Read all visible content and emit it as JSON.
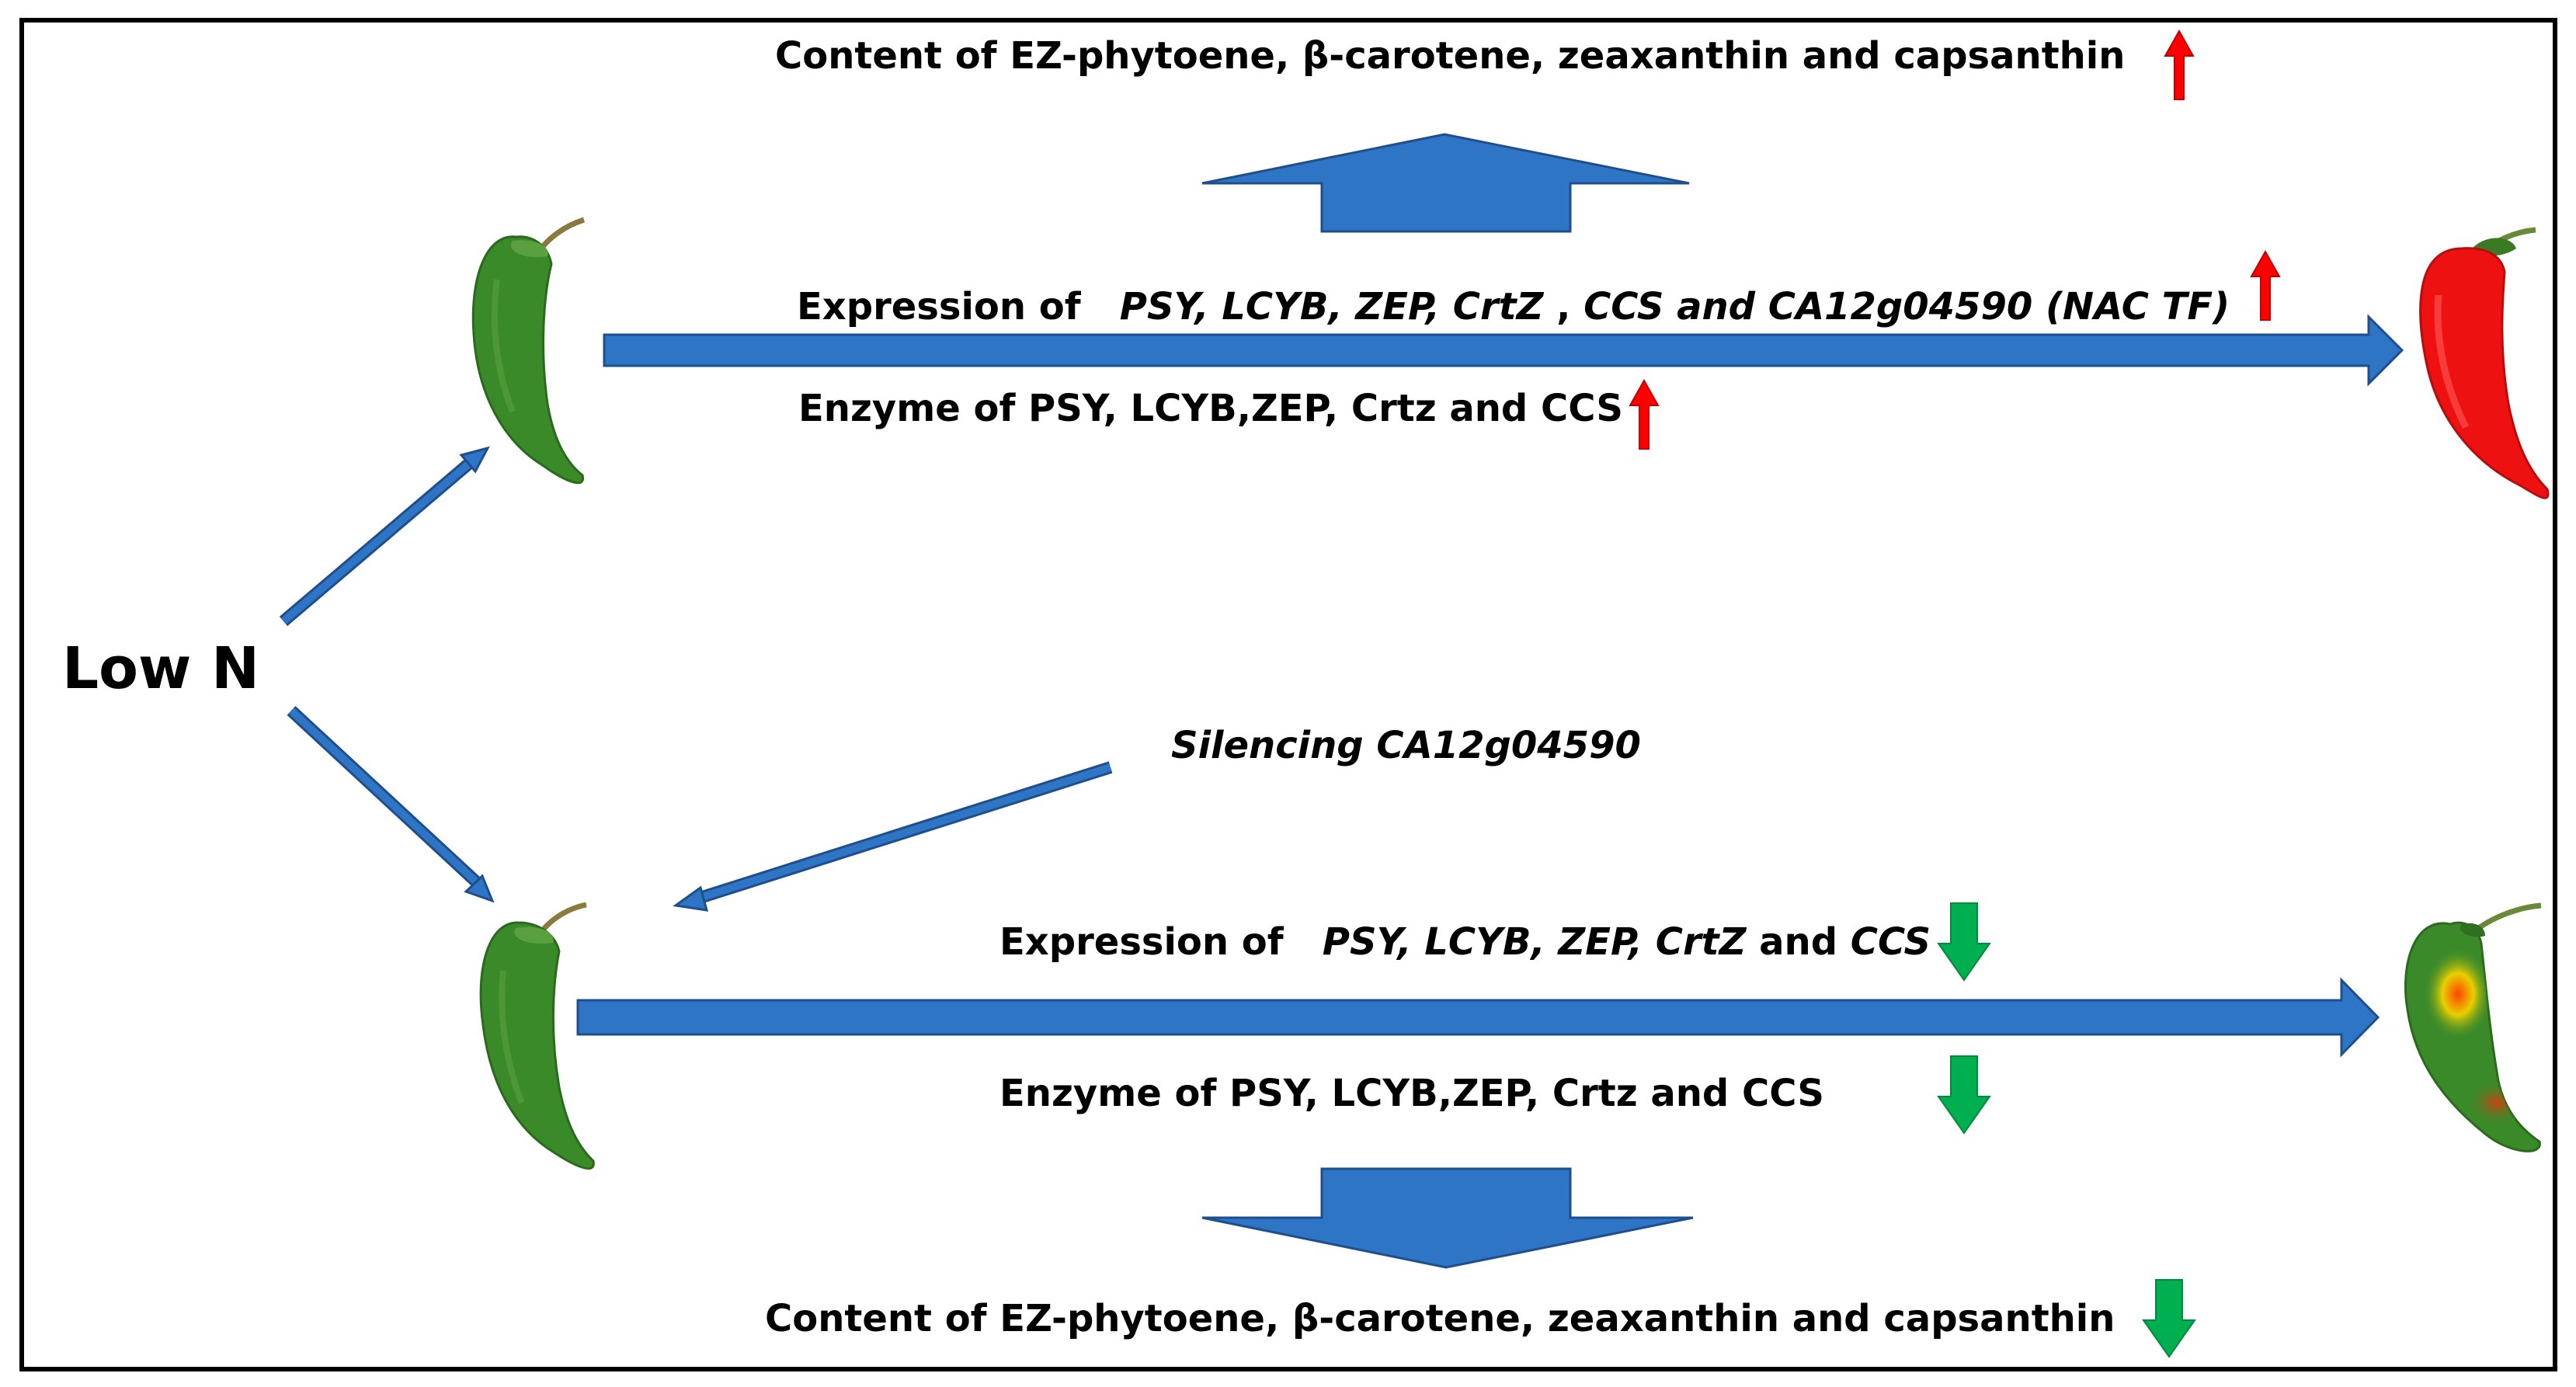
{
  "diagram": {
    "condition": "Low N",
    "treatment": "Silencing CA12g04590",
    "colors": {
      "arrow_fill": "#2e75c6",
      "arrow_stroke": "#1f4e8c",
      "up_marker": "#ff0000",
      "down_marker": "#00b050",
      "green_pepper": "#3a8a2a",
      "red_pepper": "#ee1111"
    },
    "top_path": {
      "content_label": "Content of EZ-phytoene, β-carotene, zeaxanthin and capsanthin",
      "content_trend": "up",
      "expression_prefix": "Expression of",
      "expression_genes": "PSY, LCYB, ZEP, CrtZ",
      "expression_sep": ",",
      "expression_rest": "CCS and CA12g04590 (NAC TF)",
      "expression_trend": "up",
      "enzyme_label": "Enzyme of PSY, LCYB,ZEP, Crtz and CCS",
      "enzyme_trend": "up"
    },
    "bottom_path": {
      "expression_prefix": "Expression of",
      "expression_genes": "PSY, LCYB, ZEP, CrtZ",
      "expression_and": "and",
      "expression_last": "CCS",
      "expression_trend": "down",
      "enzyme_label": "Enzyme of PSY, LCYB,ZEP, Crtz and CCS",
      "enzyme_trend": "down",
      "content_label": "Content of EZ-phytoene, β-carotene, zeaxanthin and capsanthin",
      "content_trend": "down"
    },
    "icons": [
      "green-pepper-icon",
      "red-pepper-icon",
      "green-pepper-icon",
      "mottled-pepper-icon"
    ]
  }
}
